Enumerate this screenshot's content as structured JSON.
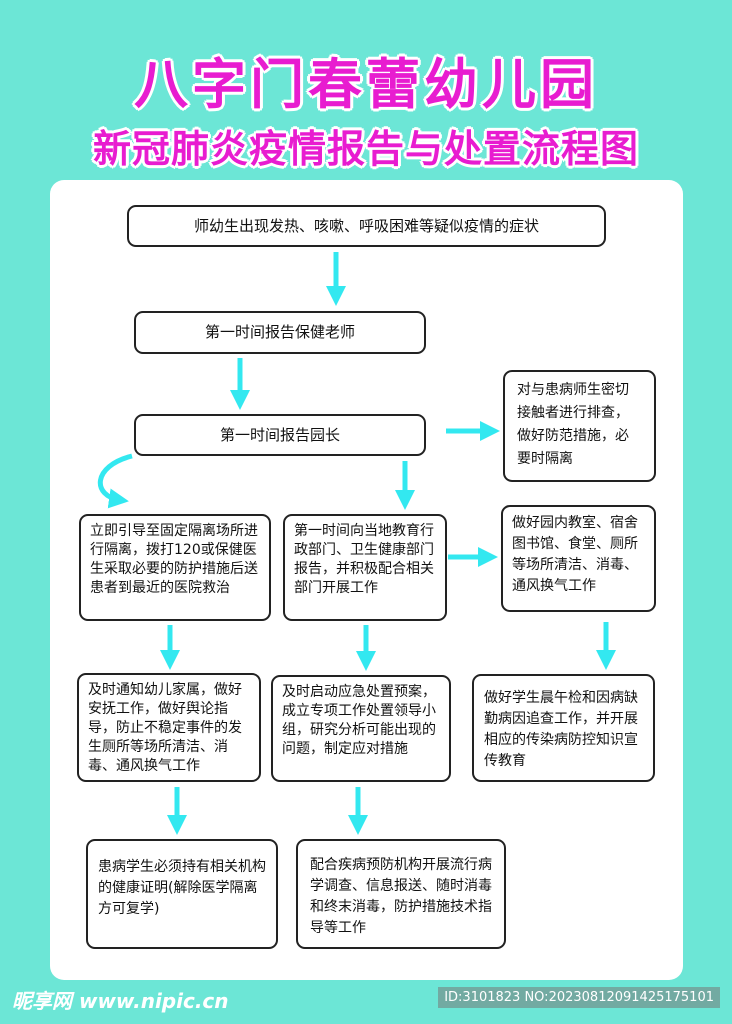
{
  "header": {
    "title": "八字门春蕾幼儿园",
    "subtitle": "新冠肺炎疫情报告与处置流程图"
  },
  "flow": {
    "symptoms": "师幼生出现发热、咳嗽、呼吸困难等疑似疫情的症状",
    "report_health_teacher": "第一时间报告保健老师",
    "report_principal": "第一时间报告园长",
    "close_contacts": "对与患病师生密切接触者进行排查，做好防范措施，必要时隔离",
    "isolate_treat": "立即引导至固定隔离场所进行隔离，拨打120或保健医生采取必要的防护措施后送患者到最近的医院救治",
    "report_authorities": "第一时间向当地教育行政部门、卫生健康部门报告，并积极配合相关部门开展工作",
    "disinfect_rooms": "做好园内教室、宿舍图书馆、食堂、厕所等场所清洁、消毒、通风换气工作",
    "notify_parents": "及时通知幼儿家属，做好安抚工作，做好舆论指导，防止不稳定事件的发生厕所等场所清洁、消毒、通风换气工作",
    "emergency_plan": "及时启动应急处置预案，成立专项工作处置领导小组，研究分析可能出现的问题，制定应对措施",
    "morning_check": "做好学生晨午检和因病缺勤病因追查工作，并开展相应的传染病防控知识宣传教育",
    "health_certificate": "患病学生必须持有相关机构的健康证明(解除医学隔离方可复学)",
    "cooperate_cdc": "配合疾病预防机构开展流行病学调查、信息报送、随时消毒和终末消毒，防护措施技术指导等工作"
  },
  "footer": {
    "logo": "昵享网 www.nipic.cn",
    "id_text": "ID:3101823 NO:20230812091425175101"
  },
  "colors": {
    "background": "#6ce6d6",
    "title": "#e81cd0",
    "arrow": "#33e8f0"
  }
}
